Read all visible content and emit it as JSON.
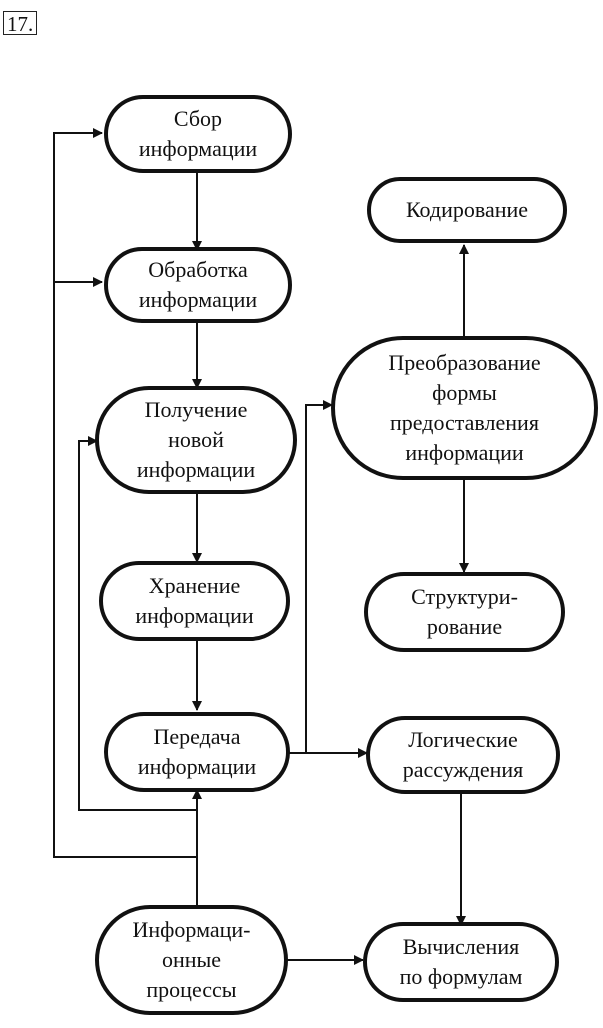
{
  "figure_number": "17.",
  "nodes": {
    "collect": {
      "lines": [
        "Сбор",
        "информации"
      ]
    },
    "process": {
      "lines": [
        "Обработка",
        "информации"
      ]
    },
    "obtain": {
      "lines": [
        "Получение",
        "новой",
        "информации"
      ]
    },
    "store": {
      "lines": [
        "Хранение",
        "информации"
      ]
    },
    "transfer": {
      "lines": [
        "Передача",
        "информации"
      ]
    },
    "info_processes": {
      "lines": [
        "Информаци-",
        "онные",
        "процессы"
      ]
    },
    "coding": {
      "lines": [
        "Кодирование"
      ]
    },
    "transform": {
      "lines": [
        "Преобразование",
        "формы",
        "предоставления",
        "информации"
      ]
    },
    "structuring": {
      "lines": [
        "Структури-",
        "рование"
      ]
    },
    "logic": {
      "lines": [
        "Логические",
        "рассуждения"
      ]
    },
    "calc": {
      "lines": [
        "Вычисления",
        "по формулам"
      ]
    }
  },
  "edges": [
    {
      "from": "collect",
      "to": "process"
    },
    {
      "from": "process",
      "to": "obtain"
    },
    {
      "from": "obtain",
      "to": "store"
    },
    {
      "from": "store",
      "to": "transfer"
    },
    {
      "from": "info_processes",
      "to": "transfer"
    },
    {
      "from": "info_processes",
      "to": "collect"
    },
    {
      "from": "info_processes",
      "to": "process"
    },
    {
      "from": "info_processes",
      "to": "obtain"
    },
    {
      "from": "transfer",
      "to": "transform"
    },
    {
      "from": "transfer",
      "to": "logic"
    },
    {
      "from": "transform",
      "to": "coding"
    },
    {
      "from": "transform",
      "to": "structuring"
    },
    {
      "from": "logic",
      "to": "calc"
    },
    {
      "from": "info_processes",
      "to": "calc"
    }
  ]
}
